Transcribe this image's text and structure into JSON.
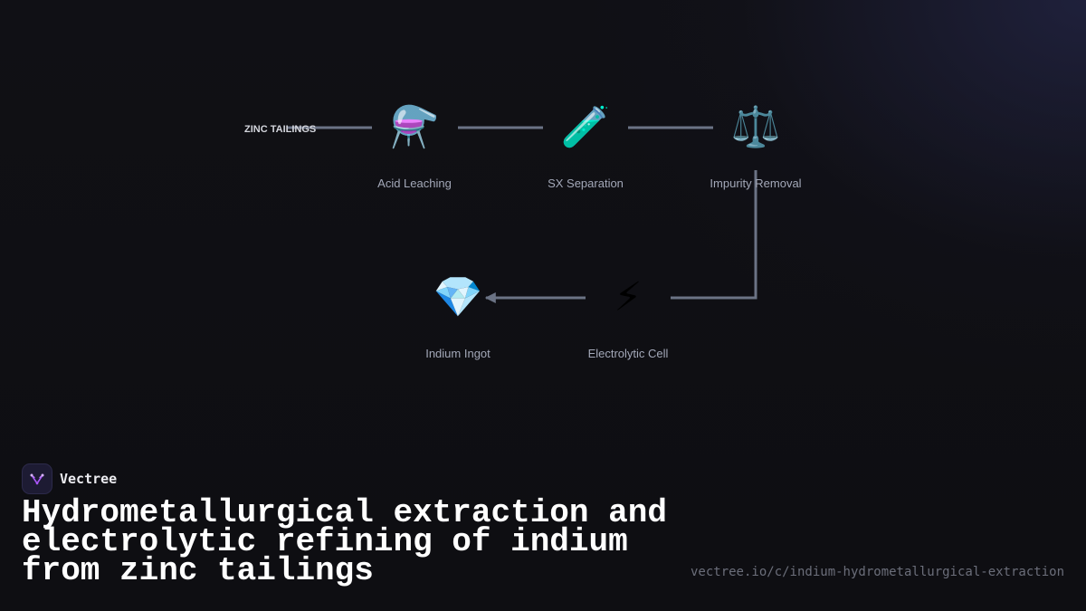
{
  "diagram": {
    "start": {
      "label": "ZINC TAILINGS"
    },
    "nodes": [
      {
        "id": "acid-leaching",
        "label": "Acid Leaching",
        "icon": "alembic-icon",
        "glyph": "⚗️"
      },
      {
        "id": "sx-separation",
        "label": "SX Separation",
        "icon": "test-tube-icon",
        "glyph": "🧪"
      },
      {
        "id": "impurity-removal",
        "label": "Impurity Removal",
        "icon": "scales-icon",
        "glyph": "⚖️"
      },
      {
        "id": "electrolytic-cell",
        "label": "Electrolytic Cell",
        "icon": "lightning-icon",
        "glyph": "⚡"
      },
      {
        "id": "indium-ingot",
        "label": "Indium Ingot",
        "icon": "gem-icon",
        "glyph": "💎"
      }
    ],
    "edges": [
      {
        "from": "start",
        "to": "acid-leaching"
      },
      {
        "from": "acid-leaching",
        "to": "sx-separation"
      },
      {
        "from": "sx-separation",
        "to": "impurity-removal"
      },
      {
        "from": "impurity-removal",
        "to": "electrolytic-cell"
      },
      {
        "from": "electrolytic-cell",
        "to": "indium-ingot"
      }
    ],
    "line_color": "#6b7385"
  },
  "brand": {
    "name": "Vectree",
    "logo_icon": "vectree-logo-icon",
    "accent": "#a855f7"
  },
  "title": "Hydrometallurgical extraction and electrolytic refining of indium from zinc tailings",
  "url": "vectree.io/c/indium-hydrometallurgical-extraction"
}
